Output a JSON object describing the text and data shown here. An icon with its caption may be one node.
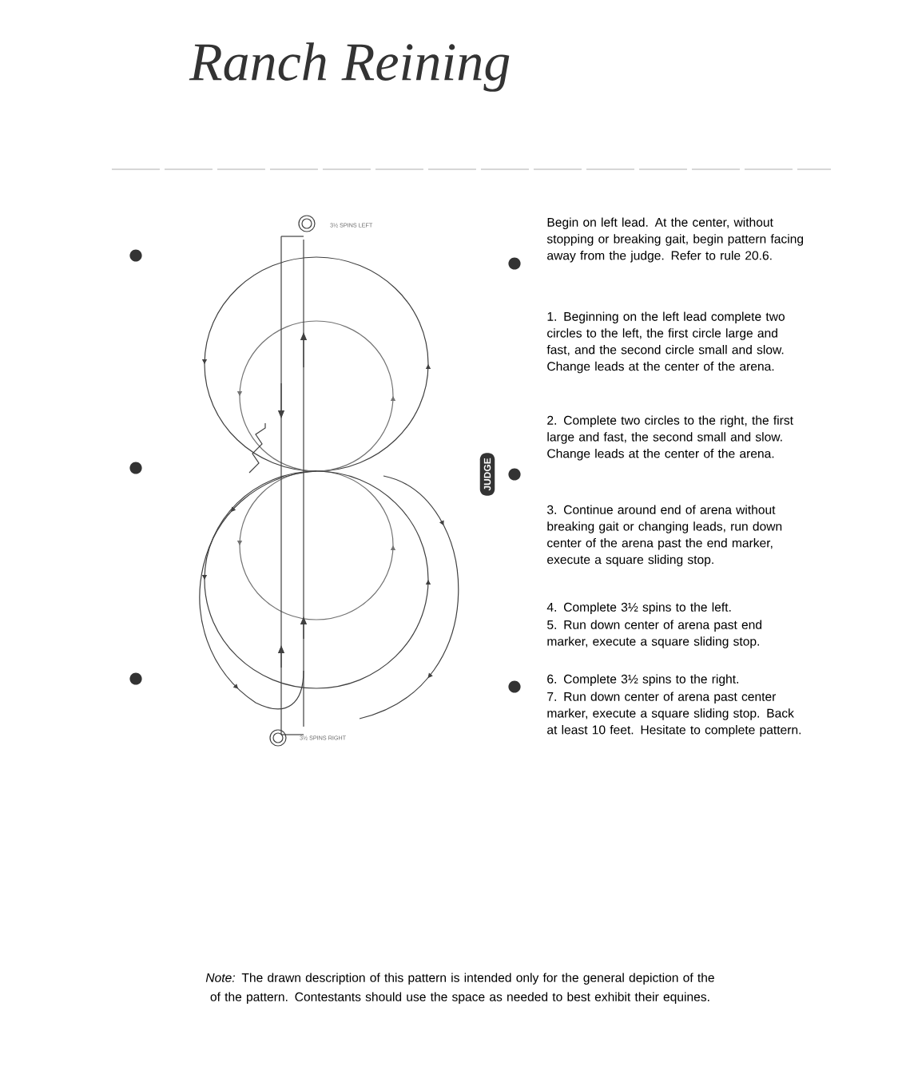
{
  "diagram": {
    "title": "Ranch Reining",
    "nodes": [
      {
        "text": [
          "JUDGE"
        ]
      }
    ],
    "edges": [],
    "labels": [
      "3½ SPINS LEFT",
      "3½ SPINS RIGHT",
      "Begin on left lead. At the center, without stopping or breaking gait, begin pattern facing away from the judge. Refer to rule 20.6.",
      "1. Beginning on the left lead complete two circles to the left, the first circle large and fast, and the second circle small and slow. Change leads at the center of the arena.",
      "2. Complete two circles to the right, the first large and fast, the second small and slow. Change leads at the center of the arena.",
      "3. Continue around end of arena without breaking gait or changing leads, run down center of the arena past the end marker, execute a square sliding stop.",
      "4. Complete 3½ spins to the left.",
      "5. Run down center of arena past end marker, execute a square sliding stop.",
      "6. Complete 3½ spins to the right.",
      "7. Run down center of arena past center marker, execute a square sliding stop. Back at least 10 feet. Hesitate to complete pattern.",
      "*Note:* The drawn description of this pattern is intended only for the general depiction of the of the pattern. Contestants should use the space as needed to best exhibit their equines."
    ]
  }
}
